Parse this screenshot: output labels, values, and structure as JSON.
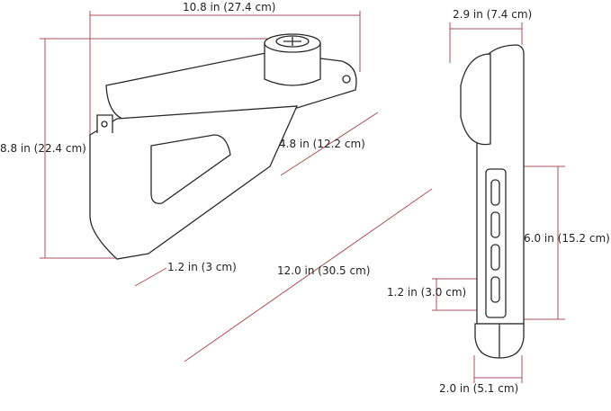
{
  "colors": {
    "dimension_line": "#a8525c",
    "outline": "#2a2a2a",
    "fill": "#ffffff"
  },
  "dimensions": {
    "overall_width": "10.8 in (27.4 cm)",
    "overall_height": "8.8 in (22.4 cm)",
    "arm_length": "4.8 in (12.2 cm)",
    "grip_thickness": "1.2 in (3 cm)",
    "diagonal_length": "12.0 in (30.5 cm)",
    "side_depth": "2.9 in (7.4 cm)",
    "grip_height": "6.0 in (15.2 cm)",
    "slot_spacing": "1.2 in (3.0 cm)",
    "base_depth": "2.0 in (5.1 cm)"
  }
}
